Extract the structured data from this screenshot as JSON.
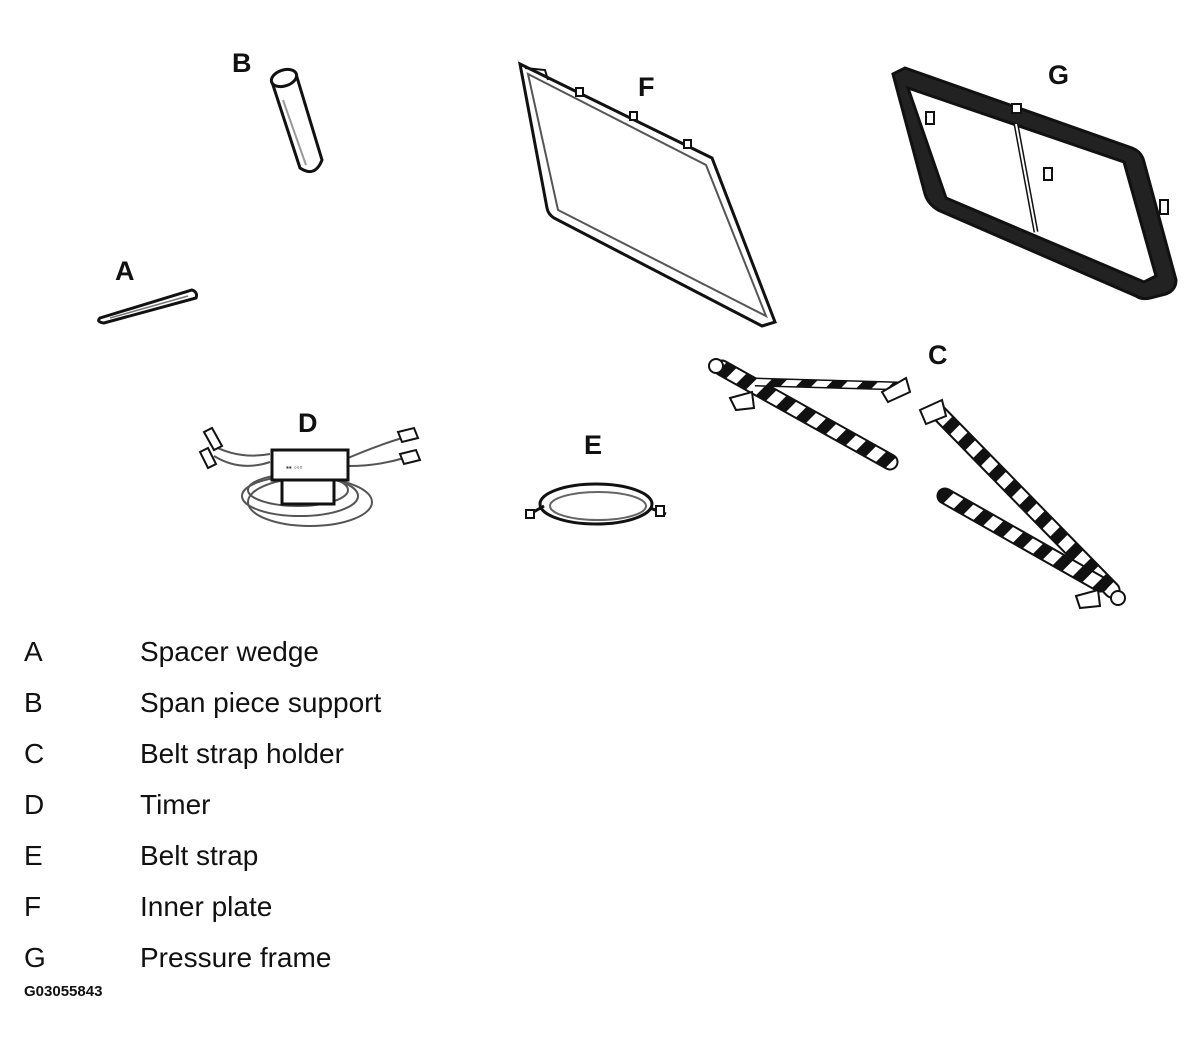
{
  "callouts": {
    "a": "A",
    "b": "B",
    "c": "C",
    "d": "D",
    "e": "E",
    "f": "F",
    "g": "G"
  },
  "legend": [
    {
      "key": "A",
      "label": "Spacer wedge"
    },
    {
      "key": "B",
      "label": "Span piece support"
    },
    {
      "key": "C",
      "label": "Belt strap holder"
    },
    {
      "key": "D",
      "label": "Timer"
    },
    {
      "key": "E",
      "label": "Belt strap"
    },
    {
      "key": "F",
      "label": "Inner plate"
    },
    {
      "key": "G",
      "label": "Pressure frame"
    }
  ],
  "figure_id": "G03055843",
  "colors": {
    "line": "#111111",
    "background": "#ffffff"
  }
}
